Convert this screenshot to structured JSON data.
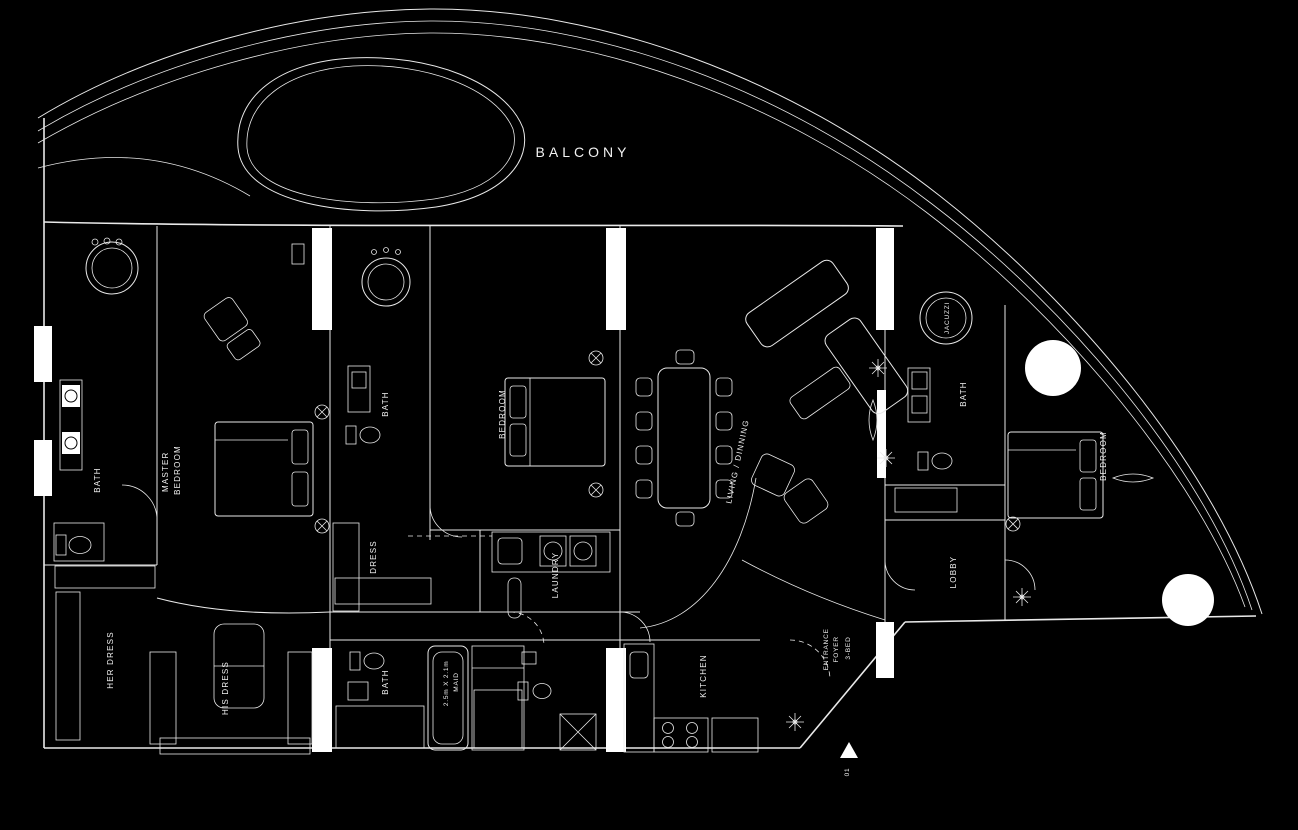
{
  "title": "3-Bed Apartment Floor Plan",
  "colors": {
    "background": "#000000",
    "line": "#ffffff"
  },
  "labels": {
    "balcony": "BALCONY",
    "bath_master": "BATH",
    "master_bedroom": {
      "line1": "MASTER",
      "line2": "BEDROOM"
    },
    "her_dress": "HER DRESS",
    "his_dress": "HIS DRESS",
    "bath_top": "BATH",
    "dress": "DRESS",
    "bedroom_mid": "BEDROOM",
    "laundry": "LAUNDRY",
    "bath_bottom": "BATH",
    "maid": {
      "line1": "2.5m X 2.1m",
      "line2": "MAID"
    },
    "kitchen": "KITCHEN",
    "living_dining": "LIVING / DINNING",
    "entrance_foyer": {
      "line1": "ENTRANCE",
      "line2": "FOYER",
      "line3": "3-BED"
    },
    "lobby": "LOBBY",
    "jacuzzi": "JACUZZI",
    "bath_right": "BATH",
    "bedroom_right": "BEDROOM",
    "unit_number": "01"
  }
}
